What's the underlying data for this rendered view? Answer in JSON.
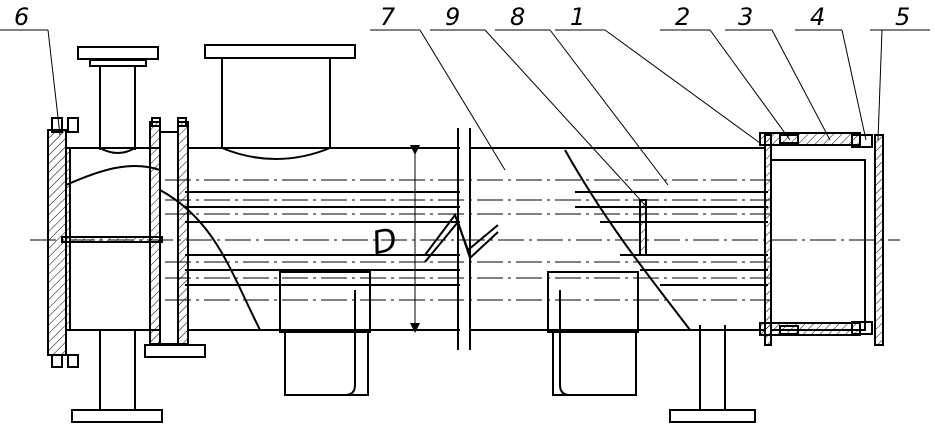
{
  "labels": [
    "6",
    "7",
    "9",
    "8",
    "1",
    "2",
    "3",
    "4",
    "5"
  ],
  "dimension": "D"
}
